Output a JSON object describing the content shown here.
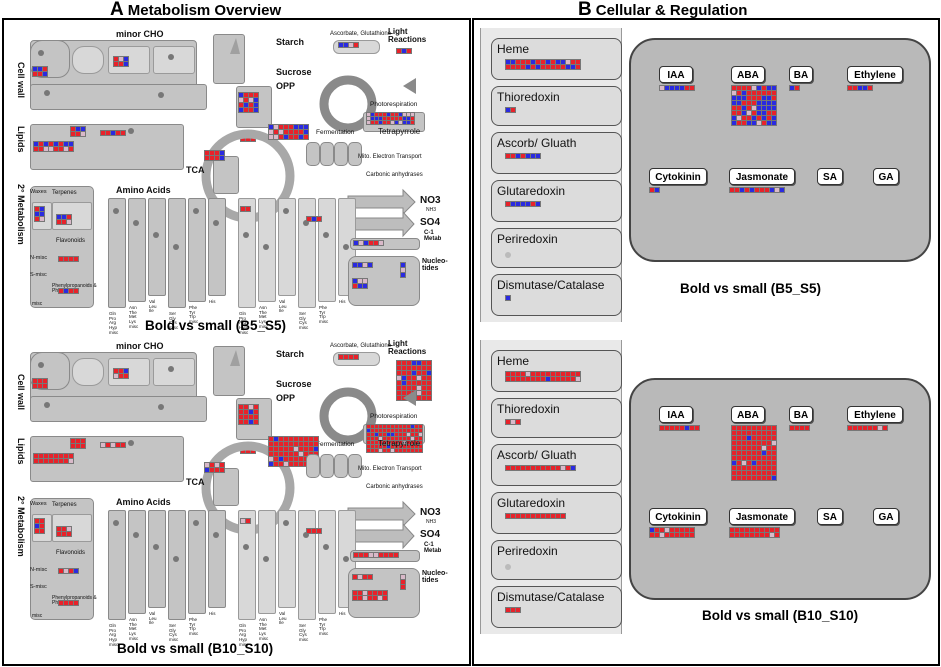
{
  "panel_a": {
    "letter": "A",
    "title": "Metabolism Overview",
    "captions": [
      "Bold vs small (B5_S5)",
      "Bold vs small (B10_S10)"
    ],
    "labels": {
      "minor_cho": "minor CHO",
      "cell_wall": "Cell wall",
      "lipids": "Lipids",
      "secondary": "2° Metabolism",
      "starch": "Starch",
      "sucrose": "Sucrose",
      "opp": "OPP",
      "tca": "TCA",
      "ascorbate": "Ascorbate, Glutathione",
      "light_reactions": "Light\nReactions",
      "photorespiration": "Photorespiration",
      "fermentation": "Fermentation",
      "tetrapyrrole": "Tetrapyrrole",
      "mito": "Mito. Electron Transport",
      "carbonic": "Carbonic anhydrases",
      "amino_acids": "Amino Acids",
      "no3": "NO3",
      "nh3": "NH3",
      "so4": "SO4",
      "c1": "C-1\nMetab",
      "nucleotides": "Nucleo-\ntides",
      "waxes": "Waxes",
      "terpenes": "Terpenes",
      "flavonoids": "Flavonoids",
      "n_misc": "N-misc",
      "s_misc": "S-misc",
      "phenylpropanoids": "Phenylpropanoids &\nPhenotics",
      "misc": "misc",
      "aa_cols": [
        "Gln\nPro\nArg\nHyp\nmisc",
        "Asn\nThe\nMet\nLys\nmisc",
        "Val\nLeu\nIle",
        "Ser\nGly\nCys\nmisc",
        "Phe\nTyr\nTrp\nmisc",
        "His",
        "Gln\nPro\nArg\nHyp\nmisc",
        "Asn\nThe\nMet\nLys\nmisc",
        "Val\nLeu\nIle",
        "Ser\nGly\nCys\nmisc",
        "Phe\nTyr\nTrp\nmisc",
        "His"
      ]
    }
  },
  "panel_b": {
    "letter": "B",
    "title": "Cellular & Regulation",
    "captions": [
      "Bold vs small (B5_S5)",
      "Bold vs small (B10_S10)"
    ],
    "redox_items": [
      "Heme",
      "Thioredoxin",
      "Ascorb/ Gluath",
      "Glutaredoxin",
      "Periredoxin",
      "Dismutase/Catalase"
    ],
    "hormones": [
      "IAA",
      "ABA",
      "BA",
      "Ethylene",
      "Cytokinin",
      "Jasmonate",
      "SA",
      "GA"
    ]
  },
  "colors": {
    "up": "#e8222a",
    "down": "#2a2ae0",
    "neutral": "#c8c8c8",
    "box": "#c4c4c4"
  }
}
